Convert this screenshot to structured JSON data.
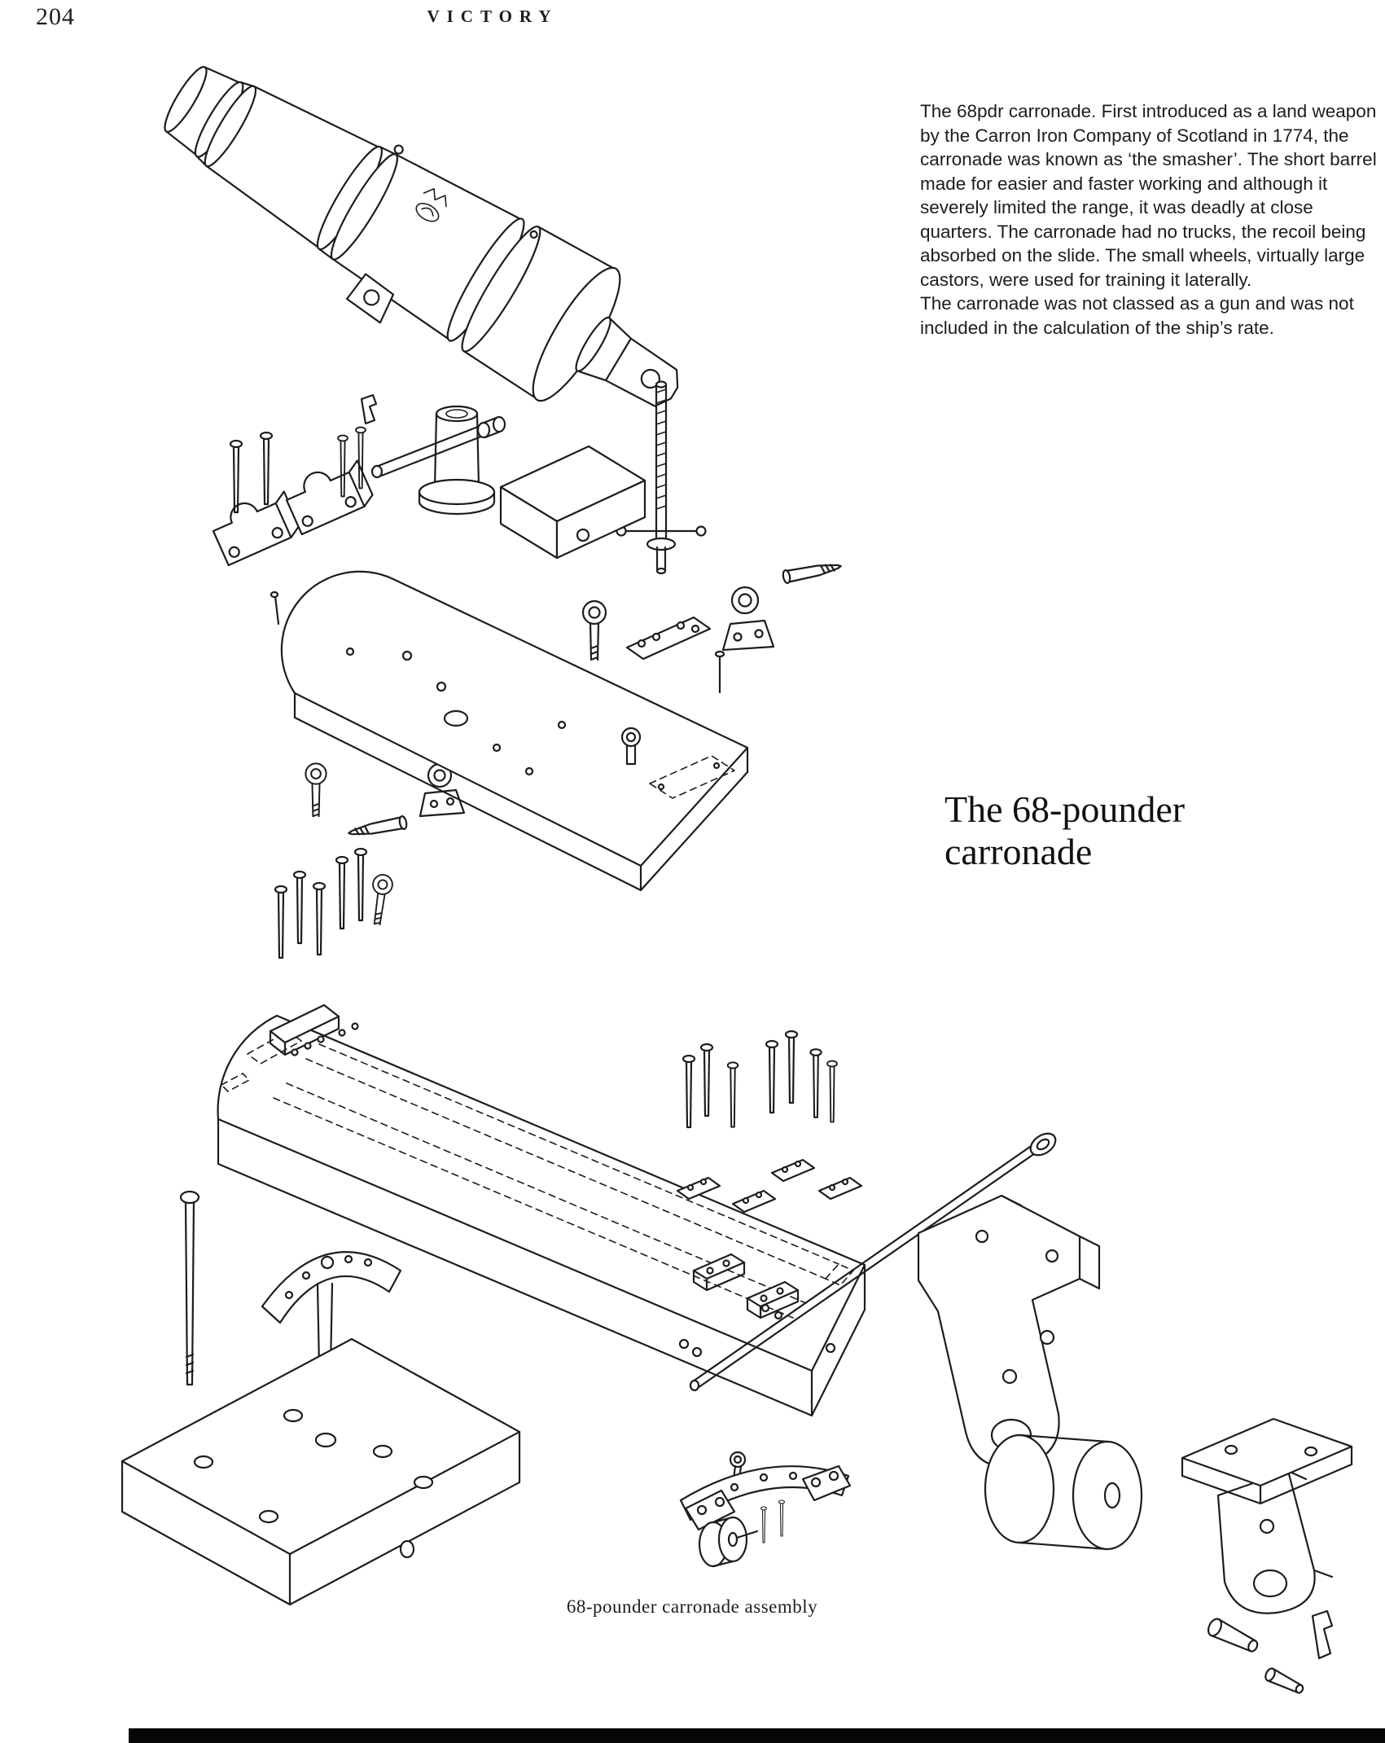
{
  "page": {
    "number": "204",
    "running_head": "VICTORY"
  },
  "description": {
    "paragraphs": [
      "The 68pdr carronade. First introduced as a land weapon by the Carron Iron Company of Scotland in 1774, the carronade was known as ‘the smasher’. The short barrel made for easier and faster working and although it severely limited the range, it was deadly at close quarters. The carronade had no trucks, the recoil being absorbed on the slide. The small wheels, virtually large castors, were used for training it laterally.",
      "The carronade was not classed as a gun and was not included in the calculation of the ship’s rate."
    ]
  },
  "heading": {
    "line1": "The 68-pounder",
    "line2": "carronade"
  },
  "caption": "68-pounder carronade assembly",
  "colors": {
    "ink": "#1d1d1b",
    "paper": "#ffffff",
    "bottom_bar": "#060606"
  }
}
